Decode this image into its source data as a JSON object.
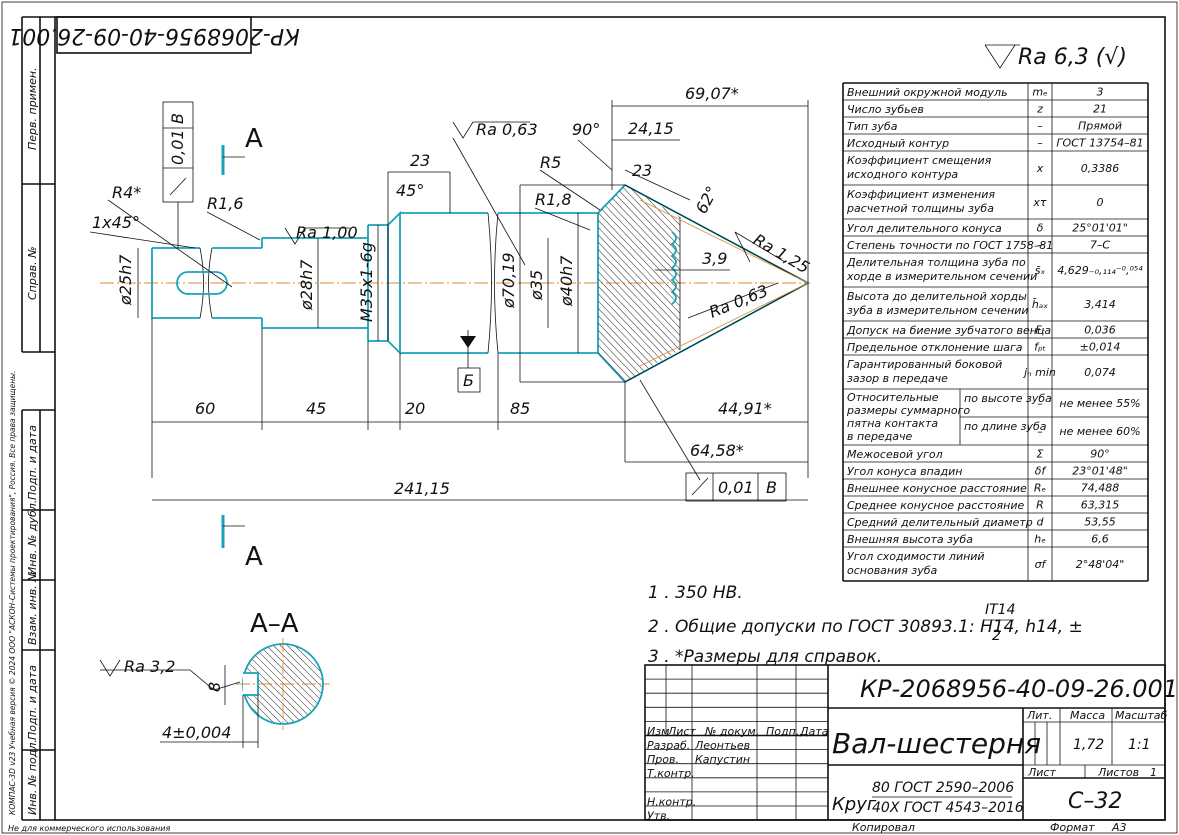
{
  "stamp_rotated": "КР-2068956-40-09-26.001",
  "side_labels": {
    "perv_primen": "Перв. примен.",
    "sprav_no": "Справ. №",
    "podp_data_1": "Подп. и дата",
    "inv_dubl": "Инв. № дубл.",
    "vzam_inv": "Взам. инв. №",
    "podp_data_2": "Подп. и дата",
    "inv_podl": "Инв. № подл."
  },
  "copyright": "КОМПАС-3D v23 Учебная версия © 2024 ООО \"АСКОН-Системы проектирования\", Россия. Все права защищены.",
  "roughness_general": "Ra 6,3 (√)",
  "drawing": {
    "sec_mark_top": "А",
    "sec_mark_bottom": "А",
    "section_title": "А–А",
    "tol_top": "0,01",
    "datum_top": "В",
    "tol_bottom": "0,01",
    "datum_bottom": "В",
    "datum_b": "Б",
    "ra063_a": "Ra 0,63",
    "ra063_b": "Ra 0,63",
    "ra100": "Ra 1,00",
    "ra125": "Ra 1,25",
    "ra32": "Ra 3,2",
    "ang90": "90°",
    "ang45": "45°",
    "ang62": "62°",
    "r4": "R4*",
    "r16": "R1,6",
    "r5": "R5",
    "r18": "R1,8",
    "chamfer": "1x45°",
    "d25": "ø25h7",
    "d28": "ø28h7",
    "m35": "M35x1-6g",
    "d7019": "ø70,19",
    "d35": "ø35",
    "d40": "ø40h7",
    "dim2415": "24,15",
    "dim23a": "23",
    "dim23b": "23",
    "dim39": "3,9",
    "dim6907": "69,07*",
    "dim60": "60",
    "dim45": "45",
    "dim20": "20",
    "dim85": "85",
    "dim4491": "44,91*",
    "dim6458": "64,58*",
    "dim24115": "241,15",
    "dim8": "8",
    "key_tol": "4±0,004"
  },
  "params": [
    {
      "name": "Внешний окружной модуль",
      "sym": "mₑ",
      "val": "3"
    },
    {
      "name": "Число зубьев",
      "sym": "z",
      "val": "21"
    },
    {
      "name": "Тип зуба",
      "sym": "–",
      "val": "Прямой"
    },
    {
      "name": "Исходный контур",
      "sym": "–",
      "val": "ГОСТ 13754–81"
    },
    {
      "name": "Коэффициент смещения исходного контура",
      "sym": "x",
      "val": "0,3386"
    },
    {
      "name": "Коэффициент изменения расчетной толщины зуба",
      "sym": "xτ",
      "val": "0"
    },
    {
      "name": "Угол делительного конуса",
      "sym": "δ",
      "val": "25°01'01\""
    },
    {
      "name": "Степень точности по ГОСТ 1758–81",
      "sym": "–",
      "val": "7–C"
    },
    {
      "name": "Делительная толщина зуба по хорде в измерительном сечении",
      "sym": "s̄ₓ",
      "val": "4,629₋₀,₁₁₄⁻⁰,⁰⁵⁴"
    },
    {
      "name": "Высота до делительной хорды зуба в измерительном сечении",
      "sym": "h̄ₐₓ",
      "val": "3,414"
    },
    {
      "name": "Допуск на биение зубчатого венца",
      "sym": "Fᵣ",
      "val": "0,036"
    },
    {
      "name": "Предельное отклонение шага",
      "sym": "fₚₜ",
      "val": "±0,014"
    },
    {
      "name": "Гарантированный боковой зазор в передаче",
      "sym": "jₙ min",
      "val": "0,074"
    },
    {
      "name": "Относительные размеры суммарного пятна контакта в передаче",
      "sub1": "по высоте зуба",
      "sub2": "по длине зуба",
      "sym": "–",
      "val1": "не менее 55%",
      "val2": "не менее 60%"
    },
    {
      "name": "Межосевой угол",
      "sym": "Σ",
      "val": "90°"
    },
    {
      "name": "Угол конуса впадин",
      "sym": "δf",
      "val": "23°01'48\""
    },
    {
      "name": "Внешнее конусное расстояние",
      "sym": "Rₑ",
      "val": "74,488"
    },
    {
      "name": "Среднее конусное расстояние",
      "sym": "R",
      "val": "63,315"
    },
    {
      "name": "Средний делительный диаметр",
      "sym": "d",
      "val": "53,55"
    },
    {
      "name": "Внешняя высота зуба",
      "sym": "hₑ",
      "val": "6,6"
    },
    {
      "name": "Угол сходимости линий основания зуба",
      "sym": "σf",
      "val": "2°48'04\""
    }
  ],
  "notes": {
    "n1": "1 . 350 HB.",
    "n2": "2 . Общие допуски по ГОСТ 30893.1: H14, h14, ±",
    "n2_frac_top": "IT14",
    "n2_frac_bot": "2",
    "n3": "3 . *Размеры для справок."
  },
  "title_block": {
    "doc_code": "КР-2068956-40-09-26.001",
    "name": "Вал-шестерня",
    "headers": {
      "izm": "Изм",
      "list": "Лист",
      "doc": "№ докум.",
      "podp": "Подп.",
      "date": "Дата"
    },
    "roles": [
      {
        "role": "Разраб.",
        "person": "Леонтьев"
      },
      {
        "role": "Пров.",
        "person": "Капустин"
      },
      {
        "role": "Т.контр.",
        "person": ""
      },
      {
        "role": "Н.контр.",
        "person": ""
      },
      {
        "role": "Утв.",
        "person": ""
      }
    ],
    "lit_label": "Лит.",
    "mass_label": "Масса",
    "scale_label": "Масштаб",
    "mass": "1,72",
    "scale": "1:1",
    "sheet_label": "Лист",
    "sheets_label": "Листов",
    "sheets": "1",
    "material_word": "Круг",
    "material_top": "80 ГОСТ 2590–2006",
    "material_bot": "40Х ГОСТ 4543–2016",
    "org": "С–32"
  },
  "footer": {
    "noncommercial": "Не для коммерческого использования",
    "copied": "Копировал",
    "format_label": "Формат",
    "format": "А3"
  }
}
